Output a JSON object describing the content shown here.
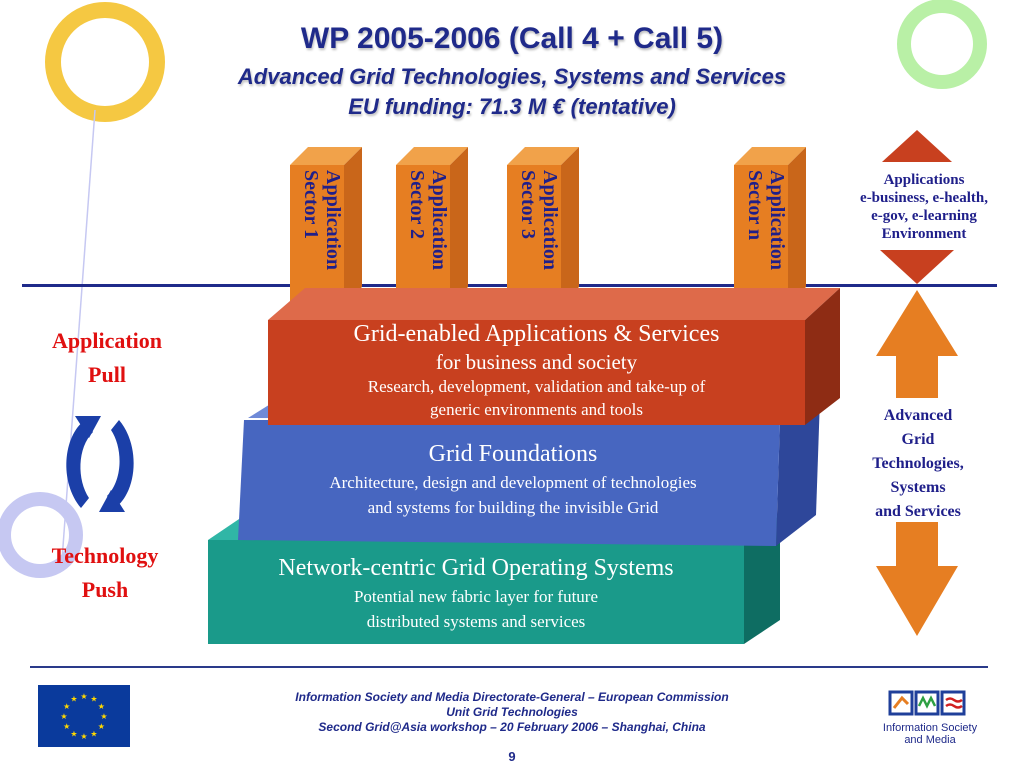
{
  "header": {
    "title": "WP 2005-2006 (Call 4 + Call 5)",
    "subtitle": "Advanced Grid Technologies, Systems and Services",
    "funding": "EU funding: 71.3 M € (tentative)"
  },
  "sectors": [
    {
      "line1": "Application",
      "line2": "Sector 1"
    },
    {
      "line1": "Application",
      "line2": "Sector 2"
    },
    {
      "line1": "Application",
      "line2": "Sector 3"
    },
    {
      "line1": "Application",
      "line2": "Sector n"
    }
  ],
  "layers": {
    "applications": {
      "title": "Grid-enabled Applications & Services",
      "line2": "for business and society",
      "line3": "Research, development, validation and take-up of",
      "line4": "generic environments and tools"
    },
    "foundations": {
      "title": "Grid Foundations",
      "line2": "Architecture, design and development of technologies",
      "line3": "and systems for building the invisible Grid"
    },
    "network": {
      "title": "Network-centric Grid Operating Systems",
      "line2": "Potential new fabric layer for future",
      "line3": "distributed systems and services"
    }
  },
  "right_panel": {
    "applications": [
      "Applications",
      "e-business, e-health,",
      "e-gov, e-learning",
      "Environment"
    ],
    "advanced": [
      "Advanced",
      "Grid",
      "Technologies,",
      "Systems",
      "and Services"
    ]
  },
  "left_panel": {
    "pull": [
      "Application",
      "Pull"
    ],
    "push": [
      "Technology",
      "Push"
    ]
  },
  "footer": {
    "line1": "Information Society and Media Directorate-General – European Commission",
    "line2": "Unit Grid Technologies",
    "line3": "Second Grid@Asia workshop – 20 February 2006 –  Shanghai, China",
    "page": "9",
    "logo_text": [
      "Information Society",
      "and Media"
    ]
  },
  "colors": {
    "navy": "#1f2a8a",
    "orange": "#e67e22",
    "red_layer": "#c8401f",
    "blue_layer": "#4766c0",
    "teal_layer": "#1a9a8a",
    "red_text": "#e01010"
  }
}
